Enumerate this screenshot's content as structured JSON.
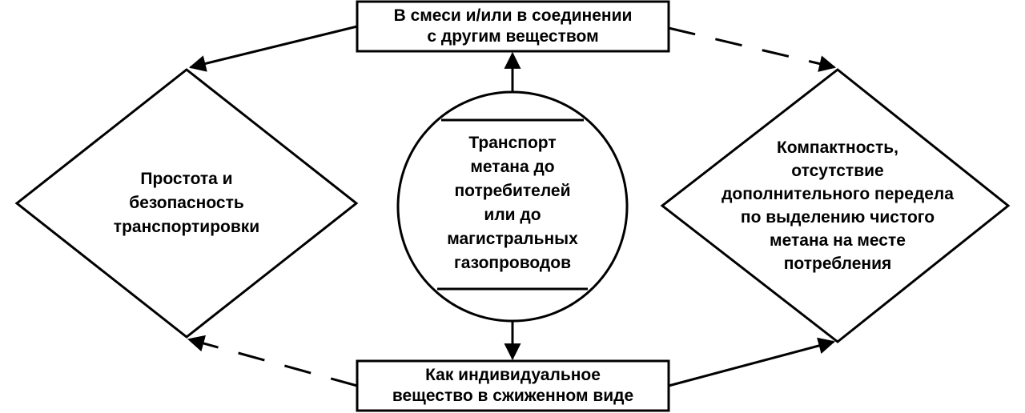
{
  "nodes": {
    "top_box": {
      "line1": "В смеси и/или в соединении",
      "line2": "с другим веществом"
    },
    "bottom_box": {
      "line1": "Как индивидуальное",
      "line2": "вещество в сжиженном виде"
    },
    "left_diamond": {
      "line1": "Простота и",
      "line2": "безопасность",
      "line3": "транспортировки"
    },
    "right_diamond": {
      "line1": "Компактность,",
      "line2": "отсутствие",
      "line3": "дополнительного передела",
      "line4": "по выделению чистого",
      "line5": "метана на месте",
      "line6": "потребления"
    },
    "center_circle": {
      "line1": "Транспорт",
      "line2": "метана до",
      "line3": "потребителей",
      "line4": "или до",
      "line5": "магистральных",
      "line6": "газопроводов"
    }
  },
  "edges": [
    {
      "from": "center_circle",
      "to": "top_box",
      "style": "solid"
    },
    {
      "from": "center_circle",
      "to": "bottom_box",
      "style": "solid"
    },
    {
      "from": "top_box",
      "to": "left_diamond",
      "style": "solid"
    },
    {
      "from": "top_box",
      "to": "right_diamond",
      "style": "dashed"
    },
    {
      "from": "bottom_box",
      "to": "right_diamond",
      "style": "solid"
    },
    {
      "from": "bottom_box",
      "to": "left_diamond",
      "style": "dashed"
    }
  ],
  "colors": {
    "stroke": "#000000",
    "fill": "#ffffff",
    "text": "#000000"
  }
}
